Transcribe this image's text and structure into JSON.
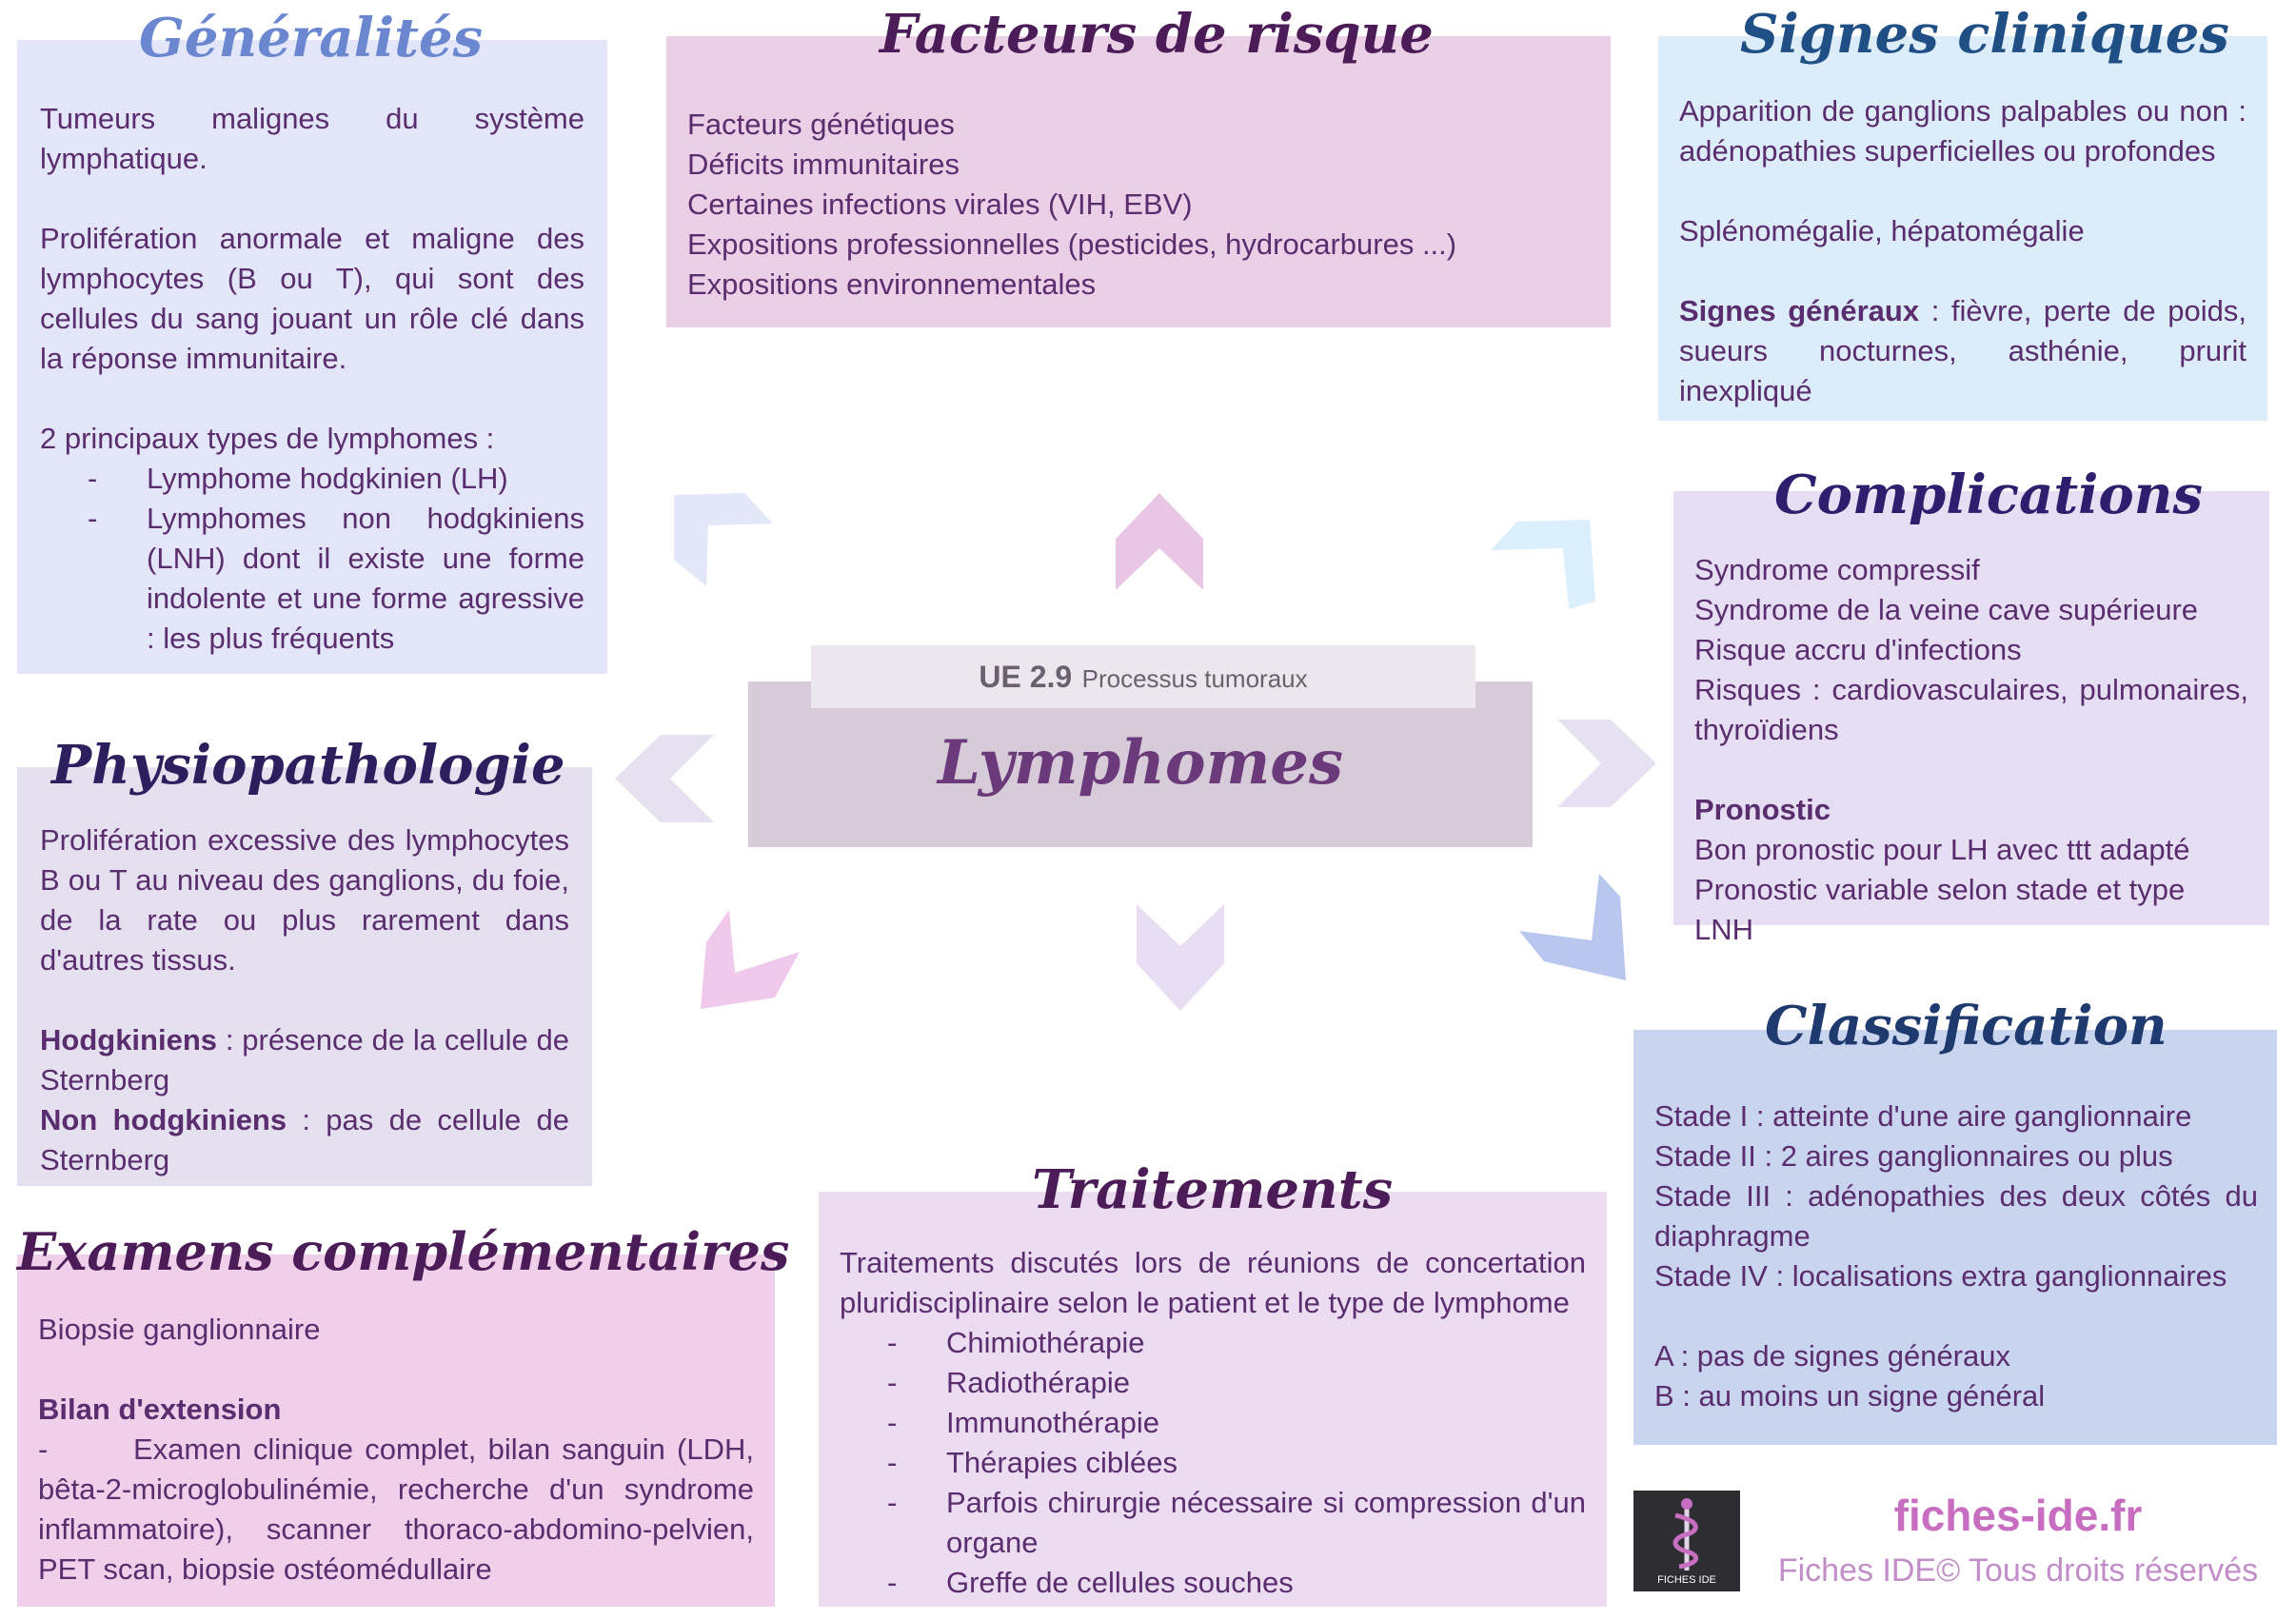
{
  "colors": {
    "text": "#5a2d6e",
    "generalites_bg": "#e2e6f8",
    "facteurs_bg": "#ebcfe6",
    "signes_bg": "#dcecf8",
    "complications_bg": "#e6def2",
    "physio_bg": "#e5e0ef",
    "classification_bg": "#c9d4ef",
    "traitements_bg": "#ecdcf2",
    "examens_bg": "#f0cfeb",
    "center_bg": "#d8cbd9",
    "center_bar_bg": "#ece6ee",
    "brand": "#c86ec0"
  },
  "generalites": {
    "title": "Généralités",
    "p1": "Tumeurs malignes du système lymphatique.",
    "p2": "Prolifération anormale et maligne des lymphocytes (B ou T), qui sont des cellules du sang jouant un rôle clé dans la réponse immunitaire.",
    "p3": "2 principaux types de lymphomes :",
    "types": [
      "Lymphome hodgkinien (LH)",
      "Lymphomes non hodgkiniens (LNH) dont il existe une forme indolente et une forme agressive : les plus fréquents"
    ]
  },
  "facteurs": {
    "title": "Facteurs de risque",
    "items": [
      "Facteurs génétiques",
      "Déficits immunitaires",
      "Certaines infections virales (VIH, EBV)",
      "Expositions professionnelles (pesticides, hydrocarbures ...)",
      "Expositions environnementales"
    ]
  },
  "signes": {
    "title": "Signes cliniques",
    "p1": "Apparition de ganglions palpables ou non : adénopathies superficielles ou profondes",
    "p2": "Splénomégalie, hépatomégalie",
    "p3_bold": "Signes généraux",
    "p3_rest": " : fièvre, perte de poids, sueurs nocturnes, asthénie, prurit inexpliqué"
  },
  "complications": {
    "title": "Complications",
    "items": [
      "Syndrome compressif",
      "Syndrome de la veine cave supérieure",
      "Risque accru d'infections",
      "Risques : cardiovasculaires, pulmonaires, thyroïdiens"
    ],
    "pronostic_label": "Pronostic",
    "pronostic": [
      "Bon pronostic pour LH avec ttt adapté",
      "Pronostic variable selon stade et type  LNH"
    ]
  },
  "center": {
    "ue": "UE 2.9",
    "subtitle": "Processus tumoraux",
    "title": "Lymphomes"
  },
  "physio": {
    "title": "Physiopathologie",
    "p1": "Prolifération excessive des lymphocytes B ou T au niveau des ganglions, du foie, de la rate ou plus rarement dans d'autres tissus.",
    "hodgkin_bold": "Hodgkiniens",
    "hodgkin_rest": " : présence de la cellule de Sternberg",
    "non_bold": "Non hodgkiniens",
    "non_rest": " : pas de cellule de Sternberg"
  },
  "classification": {
    "title": "Classification",
    "stages": [
      "Stade I : atteinte d'une aire ganglionnaire",
      "Stade II : 2 aires ganglionnaires ou plus",
      "Stade III : adénopathies des deux côtés du diaphragme",
      "Stade IV : localisations extra ganglionnaires"
    ],
    "ab": [
      "A : pas de signes généraux",
      "B : au moins un signe général"
    ]
  },
  "traitements": {
    "title": "Traitements",
    "intro": "Traitements discutés lors de réunions de concertation pluridisciplinaire selon le patient et le type de lymphome",
    "items": [
      "Chimiothérapie",
      "Radiothérapie",
      "Immunothérapie",
      "Thérapies ciblées",
      "Parfois chirurgie nécessaire si compression d'un organe",
      "Greffe de cellules souches"
    ]
  },
  "examens": {
    "title": "Examens complémentaires",
    "p1": "Biopsie ganglionnaire",
    "bilan_label": "Bilan d'extension",
    "bilan": "Examen clinique complet, bilan sanguin (LDH, bêta-2-microglobulinémie, recherche d'un syndrome inflammatoire), scanner thoraco-abdomino-pelvien, PET scan, biopsie ostéomédullaire"
  },
  "footer": {
    "site": "fiches-ide.fr",
    "rights": "Fiches IDE© Tous droits réservés",
    "logo_caption": "FICHES IDE"
  }
}
